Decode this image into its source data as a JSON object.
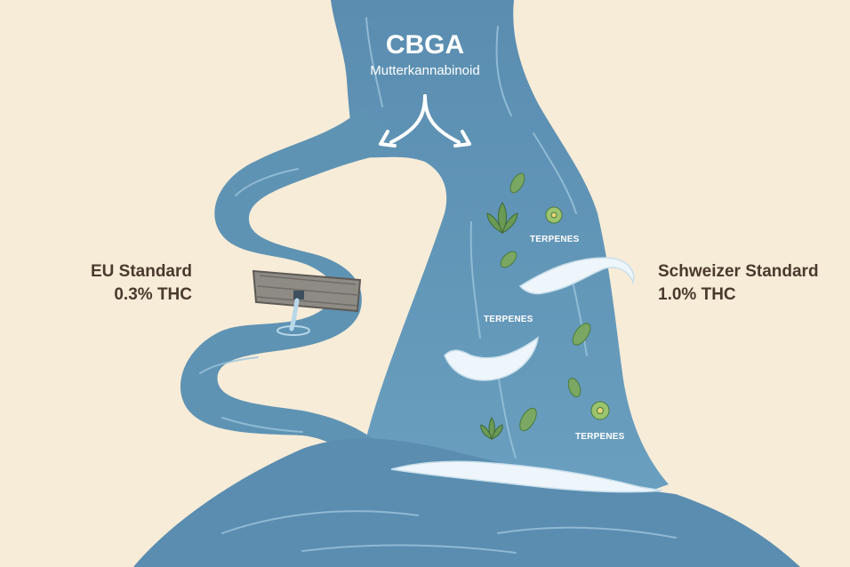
{
  "source": {
    "title": "CBGA",
    "subtitle": "Mutterkannabinoid"
  },
  "left_branch": {
    "line1": "EU Standard",
    "line2": "0.3% THC"
  },
  "right_branch": {
    "line1": "Schweizer Standard",
    "line2": "1.0% THC"
  },
  "terpene_labels": [
    "TERPENES",
    "TERPENES",
    "TERPENES"
  ],
  "icons": [
    "split-arrow-icon",
    "dam-icon",
    "cannabis-leaf-icon",
    "flower-icon",
    "leaf-icon",
    "wave-icon"
  ],
  "colors": {
    "background": "#f7ecd8",
    "water": "#5f93b3",
    "water_light": "#8dbad4",
    "text": "#4a3a2c",
    "foam": "#eef6fb",
    "leaf": "#6b9a55",
    "dam": "#8e8a84"
  }
}
